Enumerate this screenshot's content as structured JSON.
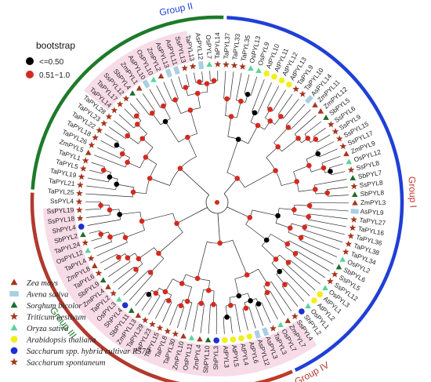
{
  "groups": [
    {
      "name": "Group I",
      "color": "#c0392b",
      "start": 66,
      "end": 175,
      "label_angle": 87,
      "label_r": 249
    },
    {
      "name": "Group II",
      "color": "#1f3fd6",
      "start": -87,
      "end": 65,
      "label_angle": -12,
      "label_r": 251
    },
    {
      "name": "Group III",
      "color": "#1e7a2a",
      "start": 184,
      "end": 272,
      "label_angle": 232,
      "label_r": 250
    },
    {
      "name": "Group IV",
      "color": "#b03a2e",
      "start": 108,
      "end": 183,
      "label_angle": 151,
      "label_r": 250
    }
  ],
  "legend_bootstrap": {
    "title": "bootstrap",
    "items": [
      {
        "label": "<=0.50",
        "color": "#000000"
      },
      {
        "label": "0.51~1.0",
        "color": "#d42a1e"
      }
    ]
  },
  "legend_species": [
    {
      "label": "Zea mays",
      "shape": "triangle",
      "color": "#a5361f"
    },
    {
      "label": "Avena sativa",
      "shape": "rect",
      "color": "#a9cfe3"
    },
    {
      "label": "Sorghum bicolor",
      "shape": "triangle",
      "color": "#1f6b2a"
    },
    {
      "label": "Triticum aestivum",
      "shape": "star",
      "color": "#a5361f"
    },
    {
      "label": "Oryza sativa",
      "shape": "triangle",
      "color": "#5ad39a"
    },
    {
      "label": "Arabidopsis thaliana",
      "shape": "circle",
      "color": "#f2ee1c"
    },
    {
      "label": "Saccharum spp. hybrid cultivar R570",
      "shape": "circle",
      "color": "#1d2fd0"
    },
    {
      "label": "Saccharum spontaneum",
      "shape": "star",
      "color": "#a5361f"
    }
  ],
  "species_markers": {
    "Zm": {
      "shape": "triangle",
      "color": "#a5361f"
    },
    "As": {
      "shape": "rect",
      "color": "#a9cfe3"
    },
    "Sb": {
      "shape": "triangle",
      "color": "#1f6b2a"
    },
    "Ta": {
      "shape": "star",
      "color": "#a5361f"
    },
    "Os": {
      "shape": "triangle",
      "color": "#5ad39a"
    },
    "At": {
      "shape": "circle",
      "color": "#f2ee1c"
    },
    "Sh": {
      "shape": "circle",
      "color": "#1d2fd0"
    },
    "Ss": {
      "shape": "star",
      "color": "#a5361f"
    }
  },
  "leaves": [
    "TaPYL37",
    "TaPYL33",
    "TaPYL35",
    "OsPYL13",
    "OsPYL9",
    "AtPYL10",
    "AtPYL11",
    "AtPYL12",
    "AtPYL13",
    "TaPYL9",
    "TaPYL10",
    "AsPYL14",
    "ZmPYL11",
    "ZmPYL12",
    "SbPYL5",
    "SsPYL6",
    "SsPYL9",
    "SsPYL15",
    "SsPYL17",
    "ZmPYL9",
    "OsPYL12",
    "SsPYL8",
    "SbPYL7",
    "SsPYL8",
    "SbPYL8",
    "ZmPYL3",
    "AsPYL9",
    "TaPYL27",
    "TaPYL16",
    "TaPYL36",
    "TaPYL38",
    "TaPYL34",
    "OsPYL2",
    "SbPYL6",
    "SsPYL5",
    "SsPYL12",
    "OsPYL3",
    "AtPYL1",
    "AtPYL2",
    "OsPYL1",
    "ShPYL2",
    "SsPYL4",
    "ZmPYL7",
    "OsPYL7",
    "TaPYL3",
    "AsPYL3",
    "AsPYL12",
    "AtPYL6",
    "AtPYL4",
    "AtPYL5",
    "AtPYL3",
    "ShPYL3",
    "SbPYL10",
    "ZmPYL4",
    "OsPYL11",
    "ZmPYL10",
    "TaPYL30",
    "TaPYL8",
    "TaPYL15",
    "TaPYL23",
    "TaPYL29",
    "ZmPYL13",
    "SbPYL11",
    "ShPYL4",
    "OsPYL3",
    "TaPYL2",
    "ZmPYL4",
    "SbPYL9",
    "TaPYL6",
    "ZmPYL8",
    "TaPYL4",
    "OsPYL12",
    "TaPYL24",
    "SbPYL2",
    "ShPYL4",
    "SsPYL18",
    "SsPYL19",
    "SsPYL4",
    "TaPYL25",
    "TaPYL21",
    "TaPYL19",
    "TaPYL5",
    "TaPYL1",
    "ZmPYL5",
    "TaPYL26",
    "TaPYL18",
    "TaPYL22",
    "TaPYL23",
    "TaPYL28",
    "TaPYL14",
    "TaPYL17",
    "SsPYL12",
    "SbPYL4",
    "ZmPYL1",
    "AsPYL10",
    "OsPYL10",
    "ZmPYL2",
    "AsPYL13",
    "AsPYL11",
    "SsPYL13",
    "TaPYL13",
    "AsPYL12",
    "OsPYL7",
    "TaPYL14"
  ]
}
